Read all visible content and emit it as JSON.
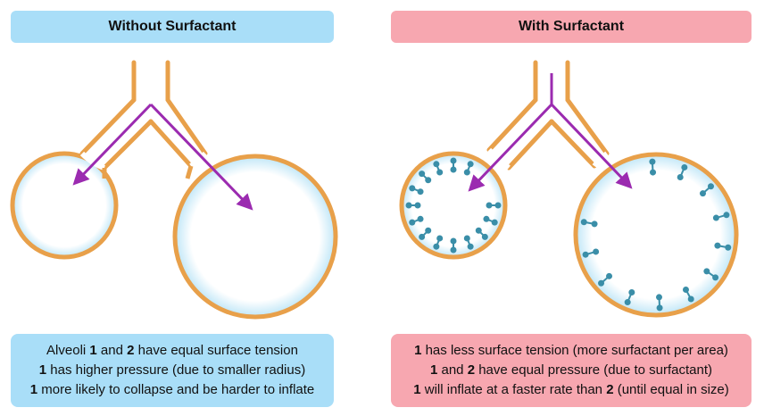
{
  "left_panel": {
    "title": "Without Surfactant",
    "caption": [
      {
        "pre": "Alveoli ",
        "n1": "1",
        "mid": " and ",
        "n2": "2",
        "post": " have equal surface tension"
      },
      {
        "pre": "",
        "n1": "1",
        "mid": " has higher pressure (due to smaller radius)",
        "n2": "",
        "post": ""
      },
      {
        "pre": "",
        "n1": "1",
        "mid": " more likely to collapse and be harder to inflate",
        "n2": "",
        "post": ""
      }
    ]
  },
  "right_panel": {
    "title": "With Surfactant",
    "caption": [
      {
        "pre": "",
        "n1": "1",
        "mid": " has less surface tension (more surfactant per area)",
        "n2": "",
        "post": ""
      },
      {
        "pre": "",
        "n1": "1",
        "mid": " and ",
        "n2": "2",
        "post": " have equal pressure (due to surfactant)"
      },
      {
        "pre": "",
        "n1": "1",
        "mid": " will inflate at a faster rate than ",
        "n2": "2",
        "post": " (until equal in size)"
      }
    ]
  },
  "colors": {
    "wall": "#e8a04a",
    "airflow_arrow": "#9b2bb0",
    "surfactant": "#3a8ea8",
    "left_panel_bg": "#a9def8",
    "right_panel_bg": "#f7a7b0"
  }
}
